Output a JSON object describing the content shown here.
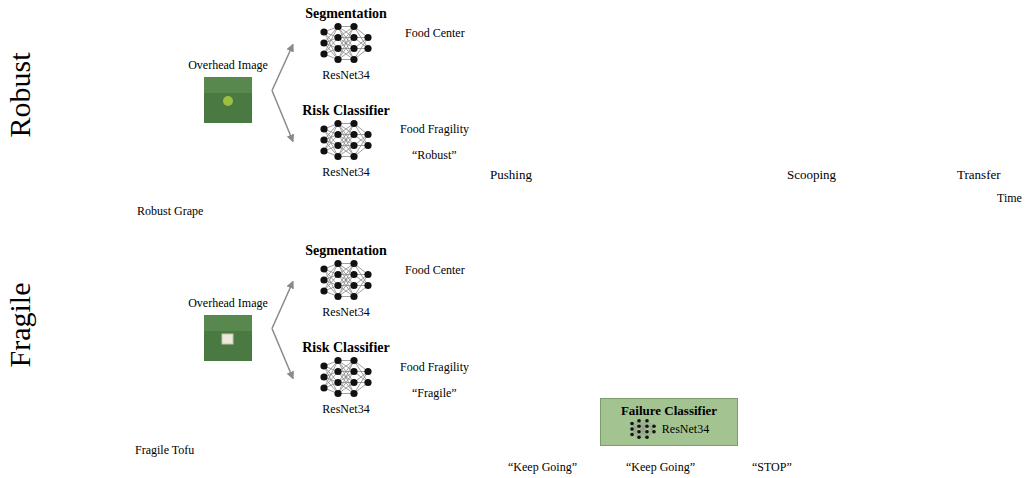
{
  "diagram": {
    "nodes": [
      {
        "text": [
          "Overhead Image"
        ]
      },
      {
        "text": [
          "Segmentation",
          "ResNet34"
        ]
      },
      {
        "text": [
          "Risk Classifier",
          "ResNet34"
        ]
      },
      {
        "text": [
          "Overhead Image"
        ]
      },
      {
        "text": [
          "Segmentation",
          "ResNet34"
        ]
      },
      {
        "text": [
          "Risk Classifier",
          "ResNet34"
        ]
      },
      {
        "text": [
          "Failure Classifier",
          "ResNet34"
        ]
      }
    ],
    "edges": [
      {
        "from": 0,
        "to": 1,
        "arrow": "to"
      },
      {
        "from": 0,
        "to": 2,
        "arrow": "to"
      },
      {
        "from": 3,
        "to": 4,
        "arrow": "to"
      },
      {
        "from": 3,
        "to": 5,
        "arrow": "to"
      }
    ],
    "labels": [
      "Robust",
      "Robust Grape",
      "Food Center",
      "Food Fragility",
      "“Robust”",
      "Pushing",
      "Scooping",
      "Transfer",
      "Time",
      "Fragile",
      "Fragile Tofu",
      "Food Center",
      "Food Fragility",
      "“Fragile”",
      "“Keep Going”",
      "“Keep Going”",
      "“STOP”"
    ]
  }
}
